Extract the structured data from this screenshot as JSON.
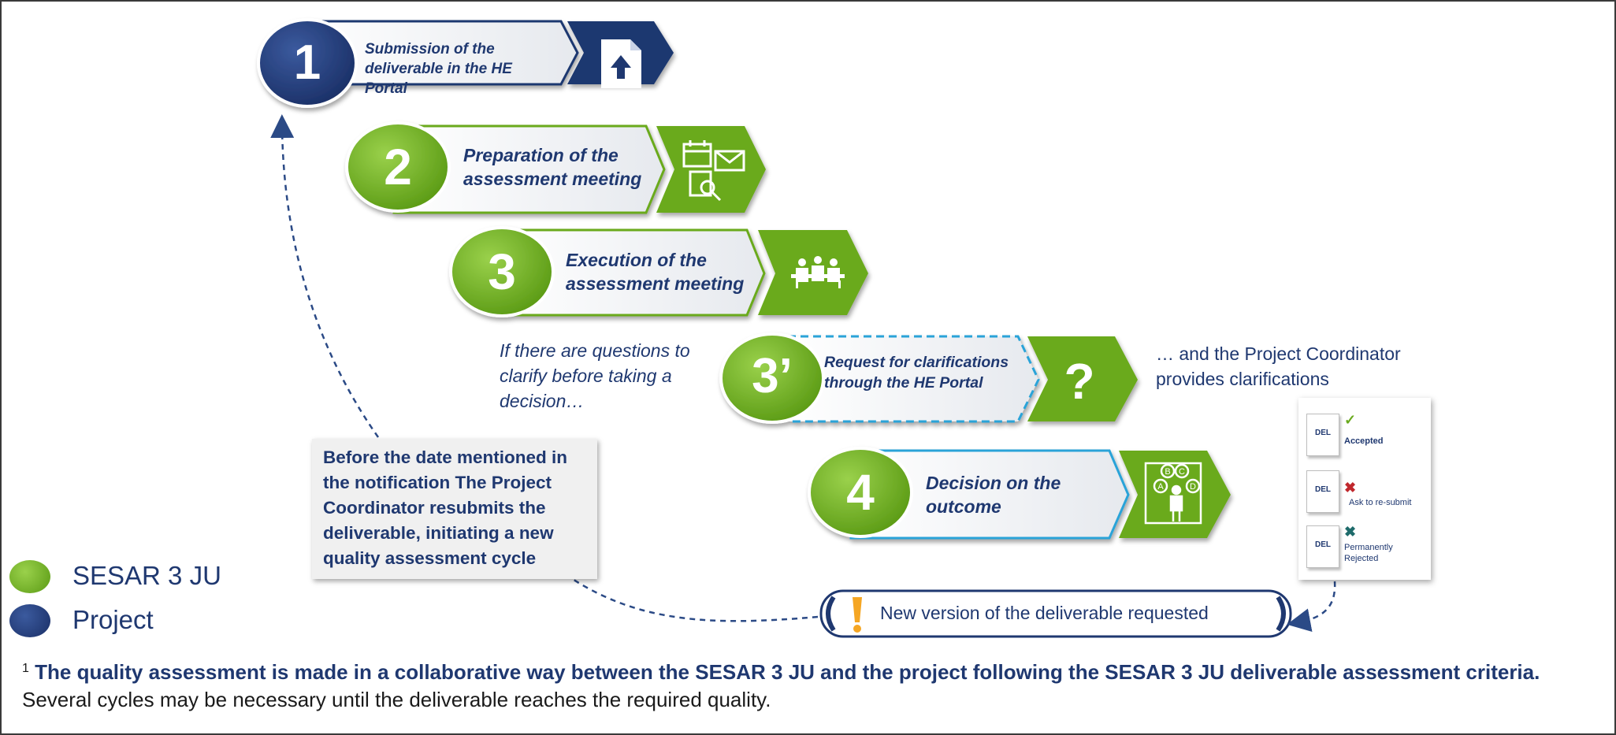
{
  "steps": [
    {
      "number": "1",
      "text": "Submission of the deliverable in the HE Portal",
      "owner": "Project",
      "icon": "upload-document-icon"
    },
    {
      "number": "2",
      "text": "Preparation of the assessment meeting",
      "owner": "SESAR 3 JU",
      "icon": "calendar-mail-search-icon"
    },
    {
      "number": "3",
      "text": "Execution of the assessment meeting",
      "owner": "SESAR 3 JU",
      "icon": "meeting-people-icon"
    },
    {
      "number": "3’",
      "text": "Request for clarifications through the HE Portal",
      "owner": "SESAR 3 JU",
      "icon": "question-mark-icon"
    },
    {
      "number": "4",
      "text": "Decision on the outcome",
      "owner": "SESAR 3 JU",
      "icon": "decision-options-icon"
    }
  ],
  "side_notes": {
    "before_3prime": "If there are questions to clarify before taking a decision…",
    "after_3prime": "… and the Project Coordinator provides clarifications",
    "resubmit": "Before the date mentioned in the notification The Project Coordinator resubmits the deliverable, initiating a new quality assessment cycle",
    "new_version": "New version of the deliverable requested"
  },
  "outcomes": {
    "doc_label": "DEL",
    "items": [
      {
        "label": "Accepted",
        "icon": "check-icon"
      },
      {
        "label": "Ask to re-submit",
        "icon": "cross-icon"
      },
      {
        "label": "Permanently Rejected",
        "icon": "cross-icon"
      }
    ]
  },
  "legend": [
    {
      "label": "SESAR 3 JU",
      "color": "#6aaa1e"
    },
    {
      "label": "Project",
      "color": "#1f3870"
    }
  ],
  "footnote": {
    "marker": "1",
    "bold": "The quality assessment is made in a collaborative way between the SESAR 3 JU and the project following the SESAR 3 JU deliverable assessment criteria.",
    "normal": "Several cycles may be necessary until the deliverable reaches the required quality."
  },
  "colors": {
    "green": "#6aaa1e",
    "navy": "#1f3870",
    "cyan": "#2aa3d8",
    "orange": "#f5a623",
    "red": "#c0282d",
    "teal": "#1e6b6b"
  }
}
